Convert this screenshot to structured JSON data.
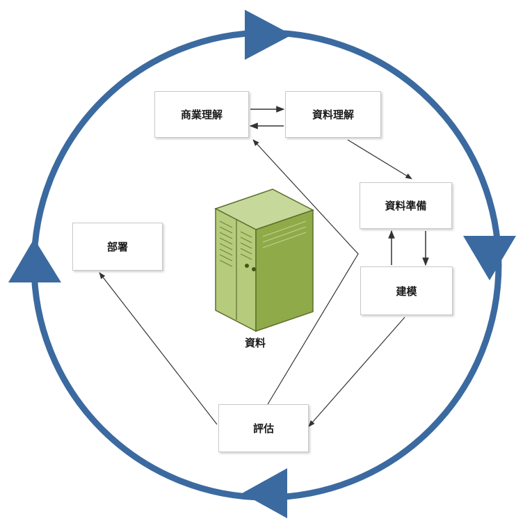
{
  "diagram": {
    "nodes": {
      "business_understanding": "商業理解",
      "data_understanding": "資料理解",
      "data_preparation": "資料準備",
      "modeling": "建模",
      "evaluation": "評估",
      "deployment": "部署"
    },
    "center_label": "資料",
    "colors": {
      "cycle": "#3b6aa0",
      "arrow": "#333333",
      "server": "#9bb55a"
    }
  }
}
